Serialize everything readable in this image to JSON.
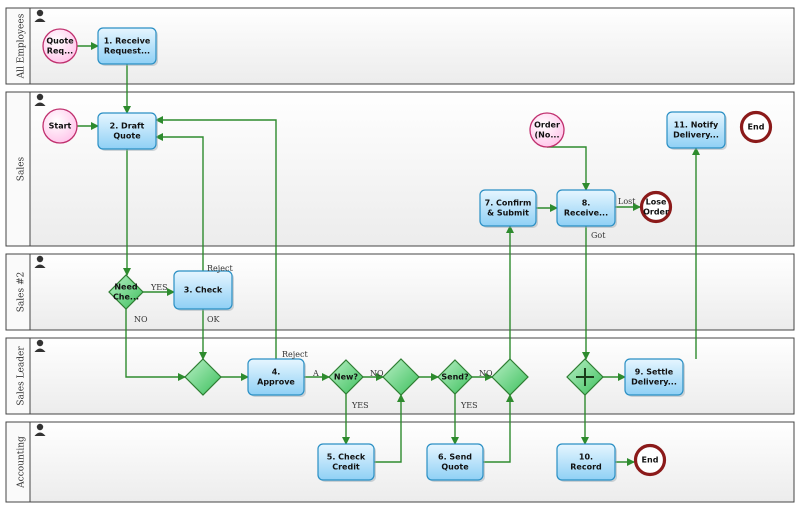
{
  "colors": {
    "edge": "#2e8b2e",
    "task_fill": "#bfe6fb",
    "task_stroke": "#2a8fc4",
    "gateway_fill": "#5fd17a",
    "gateway_stroke": "#2e7d32",
    "start_fill": "#ffd8f2",
    "start_stroke": "#c0306e",
    "end_stroke": "#8b1a1a",
    "lane_fill": "#f4f4f4",
    "lane_stroke": "#444444"
  },
  "lanes": [
    {
      "id": "all",
      "label": "All Employees"
    },
    {
      "id": "sales",
      "label": "Sales"
    },
    {
      "id": "sales2",
      "label": "Sales #2"
    },
    {
      "id": "leader",
      "label": "Sales Leader"
    },
    {
      "id": "acct",
      "label": "Accounting"
    }
  ],
  "nodes": [
    {
      "id": "quote_req",
      "type": "start",
      "lines": [
        "Quote",
        "Req..."
      ]
    },
    {
      "id": "receive_request",
      "type": "task",
      "lines": [
        "1. Receive",
        "Request..."
      ]
    },
    {
      "id": "start",
      "type": "start",
      "lines": [
        "Start"
      ]
    },
    {
      "id": "draft_quote",
      "type": "task",
      "lines": [
        "2. Draft",
        "Quote"
      ]
    },
    {
      "id": "order_no",
      "type": "start",
      "lines": [
        "Order",
        "(No..."
      ]
    },
    {
      "id": "notify_delivery",
      "type": "task",
      "lines": [
        "11. Notify",
        "Delivery..."
      ]
    },
    {
      "id": "end_top",
      "type": "end",
      "lines": [
        "End"
      ]
    },
    {
      "id": "confirm_submit",
      "type": "task",
      "lines": [
        "7. Confirm",
        "& Submit"
      ]
    },
    {
      "id": "receive_order",
      "type": "task",
      "lines": [
        "8.",
        "Receive..."
      ]
    },
    {
      "id": "lose_order",
      "type": "end",
      "lines": [
        "Lose",
        "Order"
      ]
    },
    {
      "id": "need_check",
      "type": "gateway_label",
      "lines": [
        "Need",
        "Che..."
      ]
    },
    {
      "id": "check",
      "type": "task",
      "lines": [
        "3. Check"
      ]
    },
    {
      "id": "merge1",
      "type": "gateway",
      "lines": []
    },
    {
      "id": "approve",
      "type": "task",
      "lines": [
        "4.",
        "Approve"
      ]
    },
    {
      "id": "new_gw",
      "type": "gateway_label",
      "lines": [
        "New?"
      ]
    },
    {
      "id": "merge2",
      "type": "gateway",
      "lines": []
    },
    {
      "id": "send_gw",
      "type": "gateway_label",
      "lines": [
        "Send?"
      ]
    },
    {
      "id": "merge3",
      "type": "gateway",
      "lines": []
    },
    {
      "id": "parallel",
      "type": "gateway_parallel",
      "lines": []
    },
    {
      "id": "settle_delivery",
      "type": "task",
      "lines": [
        "9. Settle",
        "Delivery..."
      ]
    },
    {
      "id": "check_credit",
      "type": "task",
      "lines": [
        "5. Check",
        "Credit"
      ]
    },
    {
      "id": "send_quote",
      "type": "task",
      "lines": [
        "6. Send",
        "Quote"
      ]
    },
    {
      "id": "record",
      "type": "task",
      "lines": [
        "10.",
        "Record"
      ]
    },
    {
      "id": "end_bottom",
      "type": "end",
      "lines": [
        "End"
      ]
    }
  ],
  "edges": [
    {
      "id": "e1",
      "label": ""
    },
    {
      "id": "e2",
      "label": ""
    },
    {
      "id": "e3",
      "label": ""
    },
    {
      "id": "e4",
      "label": ""
    },
    {
      "id": "e5",
      "label": "YES"
    },
    {
      "id": "e6",
      "label": "NO"
    },
    {
      "id": "e7",
      "label": "Reject"
    },
    {
      "id": "e8",
      "label": "OK"
    },
    {
      "id": "e9",
      "label": ""
    },
    {
      "id": "e10",
      "label": "Reject"
    },
    {
      "id": "e11",
      "label": "A"
    },
    {
      "id": "e12",
      "label": "YES"
    },
    {
      "id": "e13",
      "label": "NO"
    },
    {
      "id": "e14",
      "label": ""
    },
    {
      "id": "e15",
      "label": ""
    },
    {
      "id": "e16",
      "label": "YES"
    },
    {
      "id": "e17",
      "label": "NO"
    },
    {
      "id": "e18",
      "label": ""
    },
    {
      "id": "e19",
      "label": ""
    },
    {
      "id": "e20",
      "label": ""
    },
    {
      "id": "e21",
      "label": ""
    },
    {
      "id": "e22",
      "label": "Lost"
    },
    {
      "id": "e23",
      "label": "Got"
    },
    {
      "id": "e24",
      "label": ""
    },
    {
      "id": "e25",
      "label": ""
    },
    {
      "id": "e26",
      "label": ""
    },
    {
      "id": "e27",
      "label": ""
    }
  ]
}
